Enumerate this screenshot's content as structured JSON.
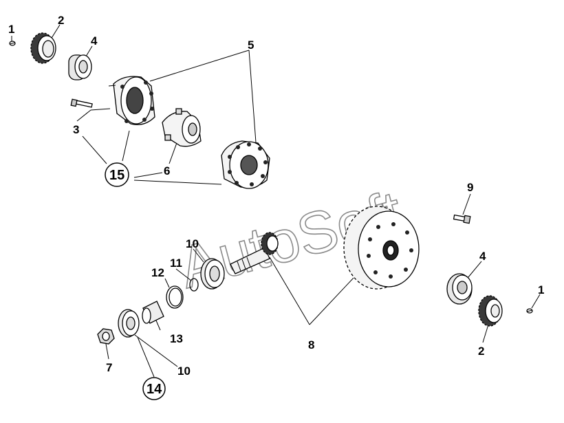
{
  "watermark": "AutoSoft",
  "callouts": {
    "c1a": "1",
    "c2a": "2",
    "c4a": "4",
    "c5": "5",
    "c3": "3",
    "c15": "15",
    "c6": "6",
    "c9": "9",
    "c10a": "10",
    "c11": "11",
    "c12": "12",
    "c4b": "4",
    "c1b": "1",
    "c13": "13",
    "c8": "8",
    "c7": "7",
    "c10b": "10",
    "c2b": "2",
    "c14": "14"
  }
}
